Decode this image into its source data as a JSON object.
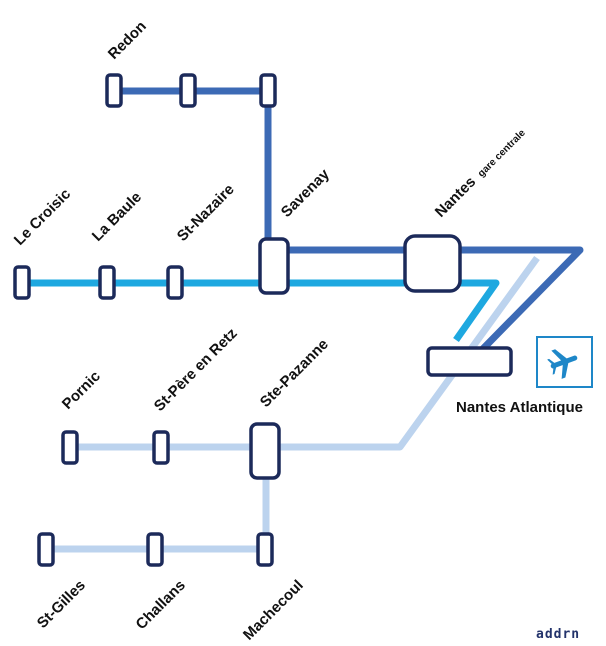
{
  "colors": {
    "line_redon": "#3c6ab5",
    "line_croisic": "#1ea8e0",
    "line_pornic": "#bcd3ee",
    "station_stroke": "#1c2a5a",
    "airport_icon": "#1e87c8",
    "brand": "#23336b"
  },
  "stations": {
    "redon": "Redon",
    "le_croisic": "Le Croisic",
    "la_baule": "La Baule",
    "st_nazaire": "St-Nazaire",
    "savenay": "Savenay",
    "nantes": "Nantes",
    "nantes_sub": "gare centrale",
    "nantes_atlantique": "Nantes Atlantique",
    "pornic": "Pornic",
    "st_pere_en_retz": "St-Père en Retz",
    "ste_pazanne": "Ste-Pazanne",
    "st_gilles": "St-Gilles",
    "challans": "Challans",
    "machecoul": "Machecoul"
  },
  "airport": {
    "icon": "airplane-icon"
  },
  "brand": {
    "text": "addrn"
  }
}
